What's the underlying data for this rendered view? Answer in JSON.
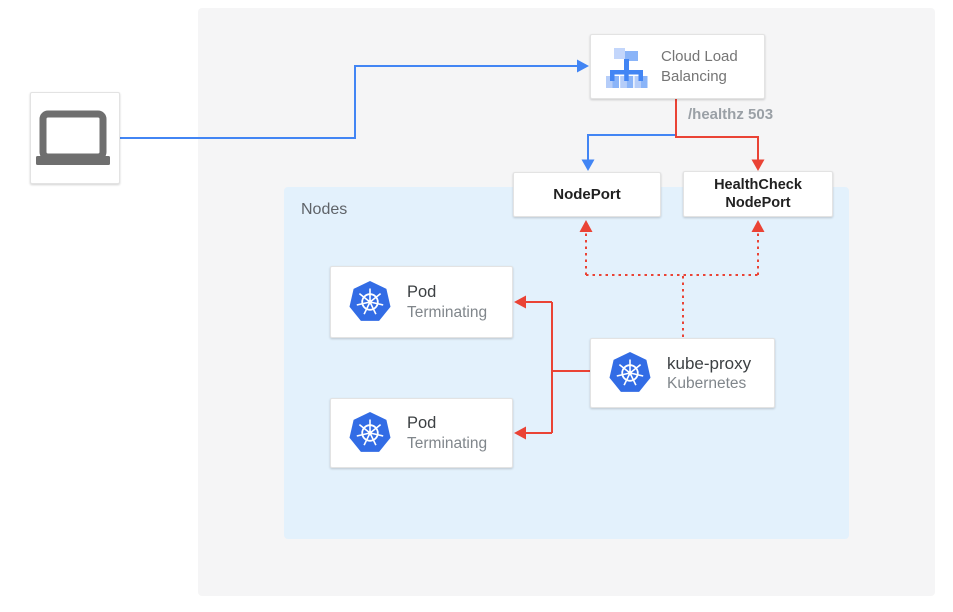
{
  "colors": {
    "blue": "#4285f4",
    "red": "#ea4335",
    "panel_gray": "#f5f5f6",
    "panel_blue": "#e3f1fc",
    "k8s_blue": "#326ce5",
    "icon_gray": "#6f6f6f",
    "text_dark": "#212121",
    "text_gray": "#757575",
    "label_gray": "#9aa0a6"
  },
  "nodes_panel": {
    "label": "Nodes"
  },
  "client": {
    "icon": "laptop-icon"
  },
  "cloud_load_balancing": {
    "icon": "cloud-load-balancing-icon",
    "line1": "Cloud Load",
    "line2": "Balancing"
  },
  "healthz_label": "/healthz 503",
  "nodeport": {
    "label": "NodePort"
  },
  "healthcheck_nodeport": {
    "line1": "HealthCheck",
    "line2": "NodePort"
  },
  "kube_proxy": {
    "icon": "kubernetes-icon",
    "title": "kube-proxy",
    "subtitle": "Kubernetes"
  },
  "pods": [
    {
      "icon": "kubernetes-icon",
      "title": "Pod",
      "subtitle": "Terminating"
    },
    {
      "icon": "kubernetes-icon",
      "title": "Pod",
      "subtitle": "Terminating"
    }
  ]
}
